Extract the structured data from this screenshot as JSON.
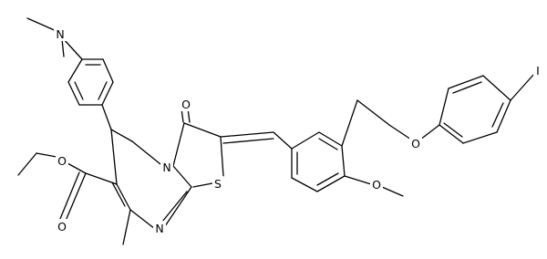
{
  "diagram": {
    "type": "chemical-structure",
    "atom_labels": {
      "n_dimethylamino": "N",
      "o_ketone": "O",
      "n_ring": "N",
      "s_ring": "S",
      "n_imine": "N",
      "o_ester_carbonyl": "O",
      "o_ester_ether": "O",
      "o_ether_link": "O",
      "o_methoxy": "O",
      "iodine": "I"
    }
  }
}
